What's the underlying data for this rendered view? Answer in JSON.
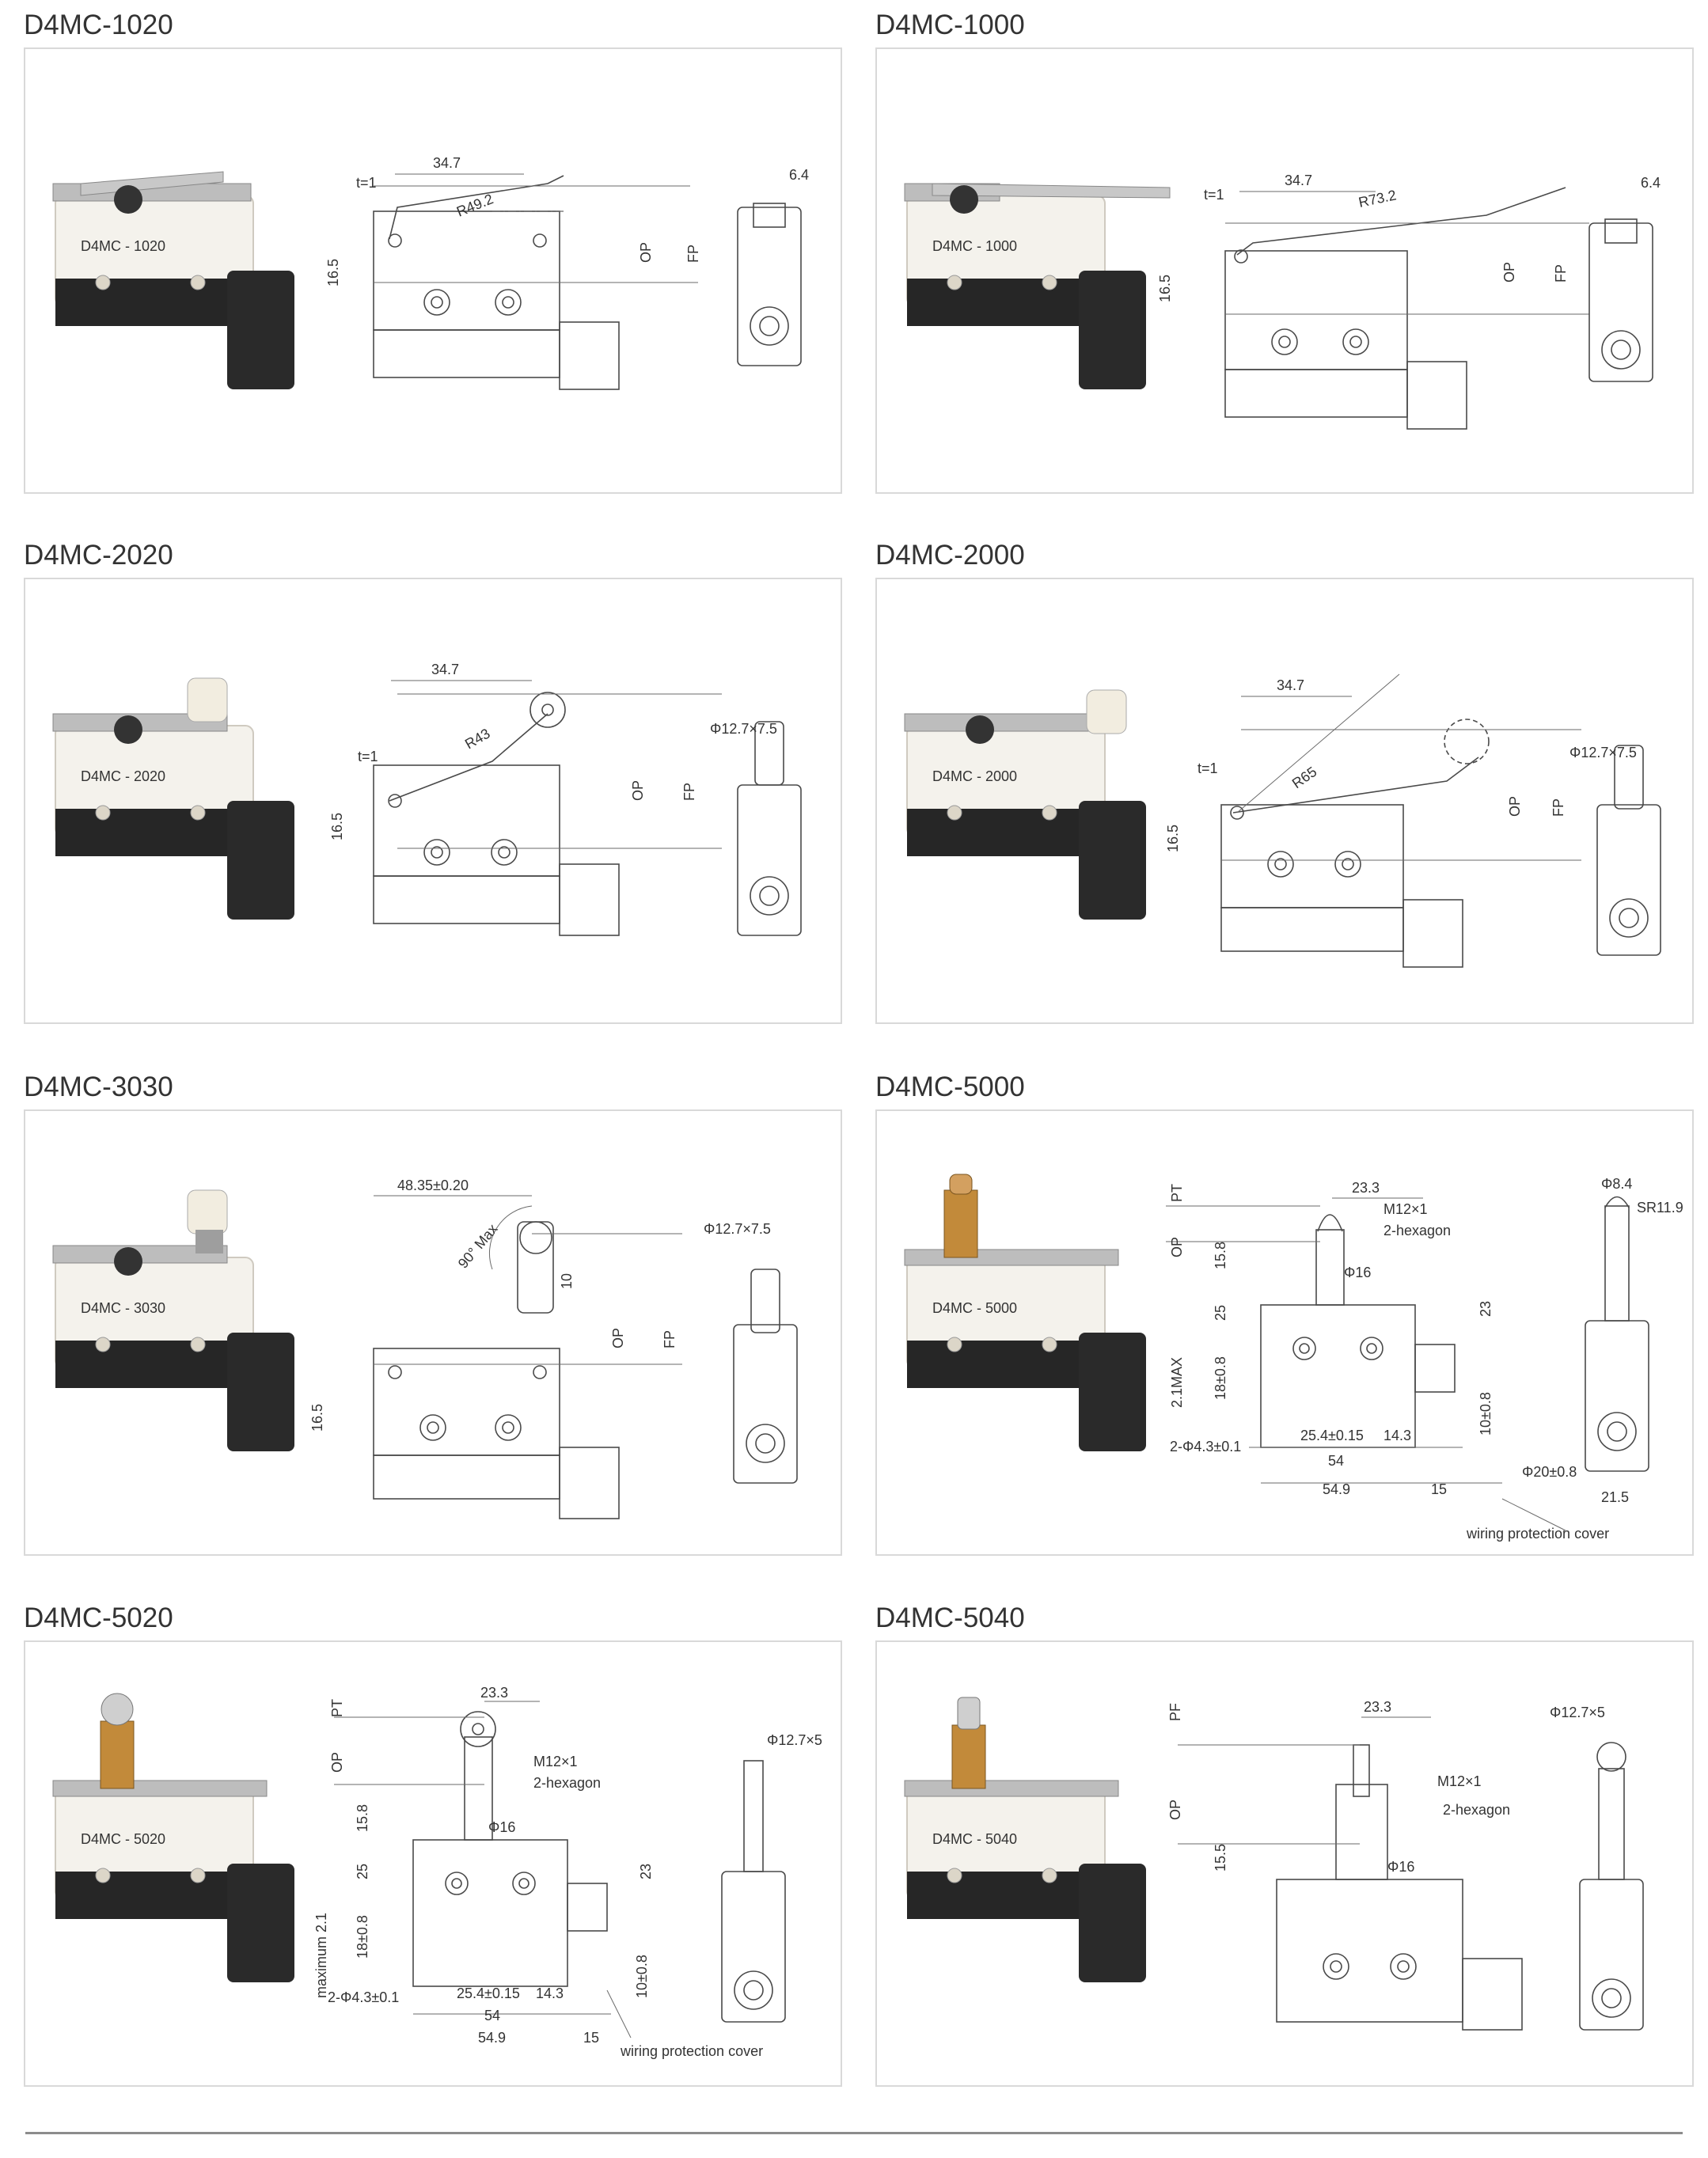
{
  "products": [
    {
      "id": "p1020",
      "title": "D4MC-1020",
      "variant": "short-lever",
      "dims": {
        "thick": "t=1",
        "width": "34.7",
        "radius": "R49.2",
        "height": "16.5",
        "op": "OP",
        "fp": "FP",
        "side": "6.4"
      },
      "body_marking": "D4MC - 1020"
    },
    {
      "id": "p1000",
      "title": "D4MC-1000",
      "variant": "long-lever",
      "dims": {
        "thick": "t=1",
        "width": "34.7",
        "radius": "R73.2",
        "height": "16.5",
        "op": "OP",
        "fp": "FP",
        "side": "6.4"
      },
      "body_marking": "D4MC - 1000"
    },
    {
      "id": "p2020",
      "title": "D4MC-2020",
      "variant": "short-roller",
      "dims": {
        "thick": "t=1",
        "width": "34.7",
        "radius": "R43",
        "height": "16.5",
        "op": "OP",
        "fp": "FP",
        "side": "Φ12.7×7.5"
      },
      "body_marking": "D4MC - 2020"
    },
    {
      "id": "p2000",
      "title": "D4MC-2000",
      "variant": "long-roller",
      "dims": {
        "thick": "t=1",
        "width": "34.7",
        "radius": "R65",
        "height": "16.5",
        "op": "OP",
        "fp": "FP",
        "side": "Φ12.7×7.5"
      },
      "body_marking": "D4MC - 2000"
    },
    {
      "id": "p3030",
      "title": "D4MC-3030",
      "variant": "one-way-roller",
      "dims": {
        "width": "48.35±0.20",
        "angle": "90° Max",
        "ten": "10",
        "height": "16.5",
        "op": "OP",
        "fp": "FP",
        "side": "Φ12.7×7.5"
      },
      "body_marking": "D4MC - 3030"
    },
    {
      "id": "p5000",
      "title": "D4MC-5000",
      "variant": "plunger",
      "dims": {
        "pt": "PT",
        "op": "OP",
        "w233": "23.3",
        "m12": "M12×1",
        "hex": "2-hexagon",
        "h158": "15.8",
        "d16": "Φ16",
        "h25": "25",
        "h23": "23",
        "max21": "2.1MAX",
        "h18": "18±0.8",
        "holes": "2-Φ4.3±0.1",
        "w254": "25.4±0.15",
        "w143": "14.3",
        "w54": "54",
        "w549": "54.9",
        "w15": "15",
        "h10": "10±0.8",
        "cover": "wiring protection cover",
        "d84": "Φ8.4",
        "sr": "SR11.9",
        "d20": "Φ20±0.8",
        "w215": "21.5"
      },
      "body_marking": "D4MC - 5000"
    },
    {
      "id": "p5020",
      "title": "D4MC-5020",
      "variant": "roller-plunger",
      "dims": {
        "pt": "PT",
        "op": "OP",
        "w233": "23.3",
        "m12": "M12×1",
        "hex": "2-hexagon",
        "h158": "15.8",
        "d16": "Φ16",
        "h25": "25",
        "h23": "23",
        "max21": "maximum 2.1",
        "h18": "18±0.8",
        "holes": "2-Φ4.3±0.1",
        "w254": "25.4±0.15",
        "w143": "14.3",
        "w54": "54",
        "w549": "54.9",
        "w15": "15",
        "h10": "10±0.8",
        "cover": "wiring protection cover",
        "side": "Φ12.7×5"
      },
      "body_marking": "D4MC - 5020"
    },
    {
      "id": "p5040",
      "title": "D4MC-5040",
      "variant": "cross-roller-plunger",
      "dims": {
        "pf": "PF",
        "op": "OP",
        "w233": "23.3",
        "m12": "M12×1",
        "hex": "2-hexagon",
        "h155": "15.5",
        "d16": "Φ16",
        "side": "Φ12.7×5"
      },
      "body_marking": "D4MC - 5040"
    }
  ],
  "colors": {
    "border": "#d9d9d9",
    "line": "#4a4a4a",
    "body": "#f4f2ec",
    "base": "#262626",
    "metal": "#b9b9b9",
    "brass": "#c28a3a",
    "roller": "#f2ede0"
  }
}
